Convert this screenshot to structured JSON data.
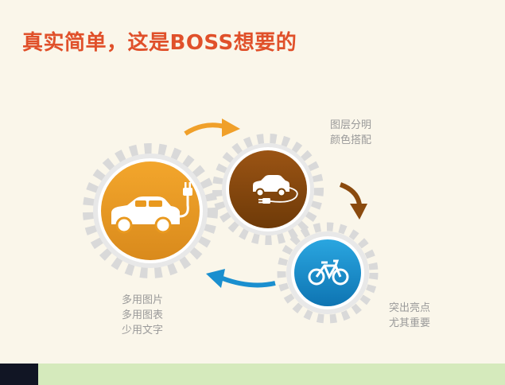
{
  "title": "真实简单，这是BOSS想要的",
  "notes": {
    "top_right": [
      "图层分明",
      "颜色搭配"
    ],
    "bottom_left": [
      "多用图片",
      "多用图表",
      "少用文字"
    ],
    "bottom_right": [
      "突出亮点",
      "尤其重要"
    ]
  },
  "colors": {
    "title": "#e0502a",
    "gear": "#d8d8d8",
    "orange": "#f0a02a",
    "brown": "#8a4a0e",
    "blue": "#1a8fcf",
    "arrow_orange": "#f0a02a",
    "arrow_brown": "#8a4a0e",
    "arrow_blue": "#1a8fcf"
  },
  "icons": [
    "electric-car-icon",
    "car-plug-icon",
    "bicycle-icon"
  ]
}
